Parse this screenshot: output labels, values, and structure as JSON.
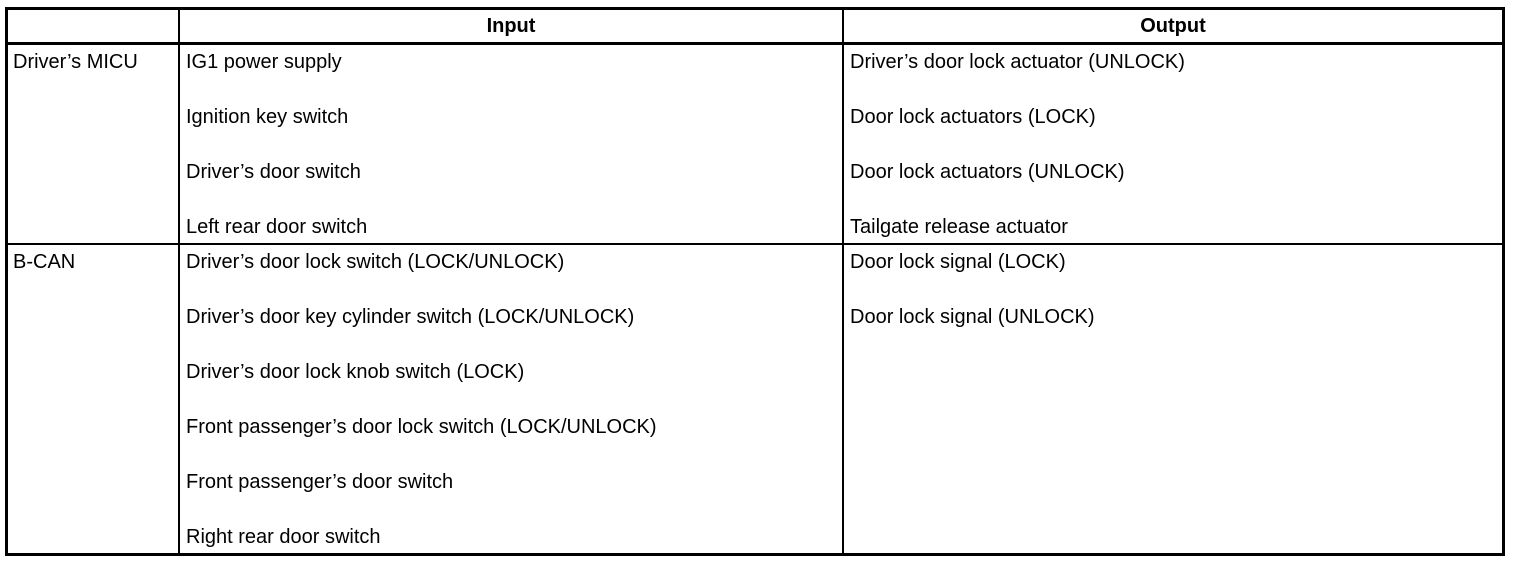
{
  "colors": {
    "border": "#000000",
    "background": "#ffffff",
    "text": "#000000"
  },
  "table": {
    "header": {
      "corner": "",
      "input": "Input",
      "output": "Output"
    },
    "rows": [
      {
        "source": "Driver’s MICU",
        "inputs": [
          "IG1 power supply",
          "Ignition key switch",
          "Driver’s door switch",
          "Left rear door switch"
        ],
        "outputs": [
          "Driver’s door lock actuator (UNLOCK)",
          "Door lock actuators (LOCK)",
          "Door lock actuators (UNLOCK)",
          "Tailgate release actuator"
        ]
      },
      {
        "source": "B-CAN",
        "inputs": [
          "Driver’s door lock switch (LOCK/UNLOCK)",
          "Driver’s door key cylinder switch (LOCK/UNLOCK)",
          "Driver’s door lock knob switch (LOCK)",
          "Front passenger’s door lock switch (LOCK/UNLOCK)",
          "Front passenger’s door switch",
          "Right rear door switch"
        ],
        "outputs": [
          "Door lock signal (LOCK)",
          "Door lock signal (UNLOCK)"
        ]
      }
    ]
  }
}
